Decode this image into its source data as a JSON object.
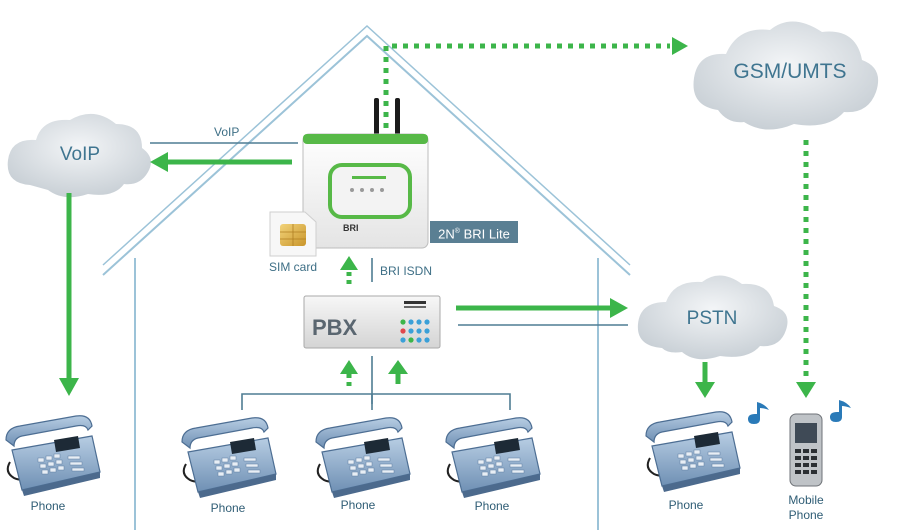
{
  "clouds": {
    "voip": "VoIP",
    "gsm": "GSM/UMTS",
    "pstn": "PSTN"
  },
  "labels": {
    "voip_link": "VoIP",
    "bri_isdn": "BRI ISDN",
    "sim_card": "SIM card",
    "gateway_name": "BRI Lite",
    "gateway_brand": "2N",
    "gateway_reg": "®",
    "gateway_logo": "BRI",
    "pbx": "PBX"
  },
  "phones": {
    "left": "Phone",
    "house_1": "Phone",
    "house_2": "Phone",
    "house_3": "Phone",
    "right": "Phone",
    "mobile_line1": "Mobile",
    "mobile_line2": "Phone"
  },
  "colors": {
    "green": "#3cb54a",
    "line_blue": "#4f7d93",
    "house_blue": "#9cc3d8",
    "cloud_fill": "#dfe4e8",
    "phone_blue": "#7fa3c6"
  }
}
